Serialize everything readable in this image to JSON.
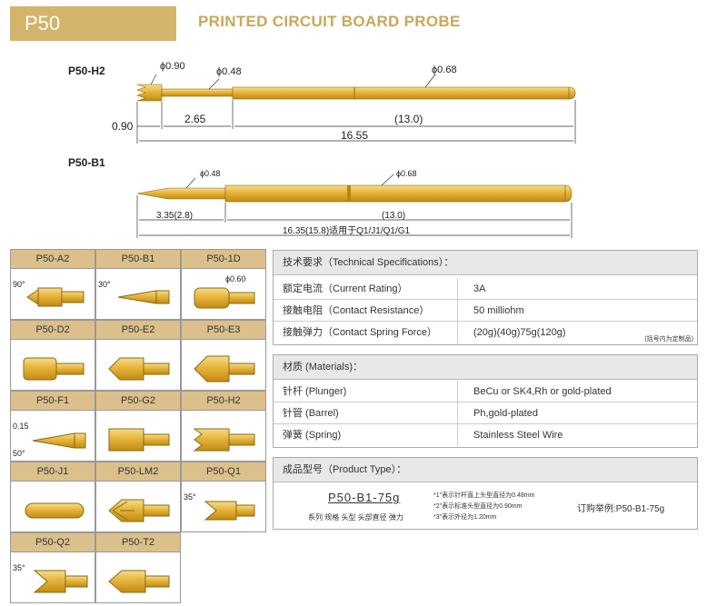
{
  "header": {
    "title": "P50",
    "subtitle": "PRINTED CIRCUIT BOARD  PROBE"
  },
  "diagram_h2": {
    "model": "P50-H2",
    "d_tip": "ϕ0.90",
    "d_neck": "ϕ0.48",
    "d_barrel": "ϕ0.68",
    "len_head": "0.90",
    "len_plunger": "2.65",
    "len_barrel": "(13.0)",
    "len_total": "16.55"
  },
  "diagram_b1": {
    "model": "P50-B1",
    "d_neck": "ϕ0.48",
    "d_barrel": "ϕ0.68",
    "len_plunger": "3.35(2.8)",
    "len_barrel": "(13.0)",
    "len_total": "16.35(15.8)适用于Q1/J1/Q1/G1"
  },
  "tips": [
    {
      "label": "P50-A2",
      "note": "90°"
    },
    {
      "label": "P50-B1",
      "note": "30°"
    },
    {
      "label": "P50-1D",
      "note": "ϕ0.60"
    },
    {
      "label": "P50-D2",
      "note": ""
    },
    {
      "label": "P50-E2",
      "note": ""
    },
    {
      "label": "P50-E3",
      "note": ""
    },
    {
      "label": "P50-F1",
      "note": "0.15",
      "note2": "50°"
    },
    {
      "label": "P50-G2",
      "note": ""
    },
    {
      "label": "P50-H2",
      "note": ""
    },
    {
      "label": "P50-J1",
      "note": ""
    },
    {
      "label": "P50-LM2",
      "note": ""
    },
    {
      "label": "P50-Q1",
      "note": "35°"
    },
    {
      "label": "P50-Q2",
      "note": "35°"
    },
    {
      "label": "P50-T2",
      "note": ""
    }
  ],
  "specs": {
    "header": "技术要求（Technical Specifications）：",
    "rows": [
      {
        "k": "额定电流（Current Rating）",
        "v": "3A"
      },
      {
        "k": "接触电阻（Contact Resistance）",
        "v": "50 milliohm"
      },
      {
        "k": "接触弹力（Contact Spring Force）",
        "v": "(20g)(40g)75g(120g)"
      }
    ],
    "footnote": "(括号内为定制品)"
  },
  "materials": {
    "header": "材质 (Materials)：",
    "rows": [
      {
        "k": "针杆 (Plunger)",
        "v": "BeCu or SK4,Rh or gold-plated"
      },
      {
        "k": "针管 (Barrel)",
        "v": "Ph,gold-plated"
      },
      {
        "k": "弹簧 (Spring)",
        "v": "Stainless Steel Wire"
      }
    ]
  },
  "product": {
    "header": "成品型号（Product Type）：",
    "code": "P50-B1-75g",
    "parts": "系列 规格 头型 头部直径 弹力",
    "note1": "*1\"表示针杆直上头型直径为0.48mm",
    "note2": "*2\"表示标准头型直径为0.90mm",
    "note3": "*3\"表示外径为1.20mm",
    "example": "订购举例:P50-B1-75g"
  },
  "colors": {
    "gold": "#e0aa26",
    "gold_light": "#f3d27a",
    "header_tan": "#d4b36a"
  }
}
